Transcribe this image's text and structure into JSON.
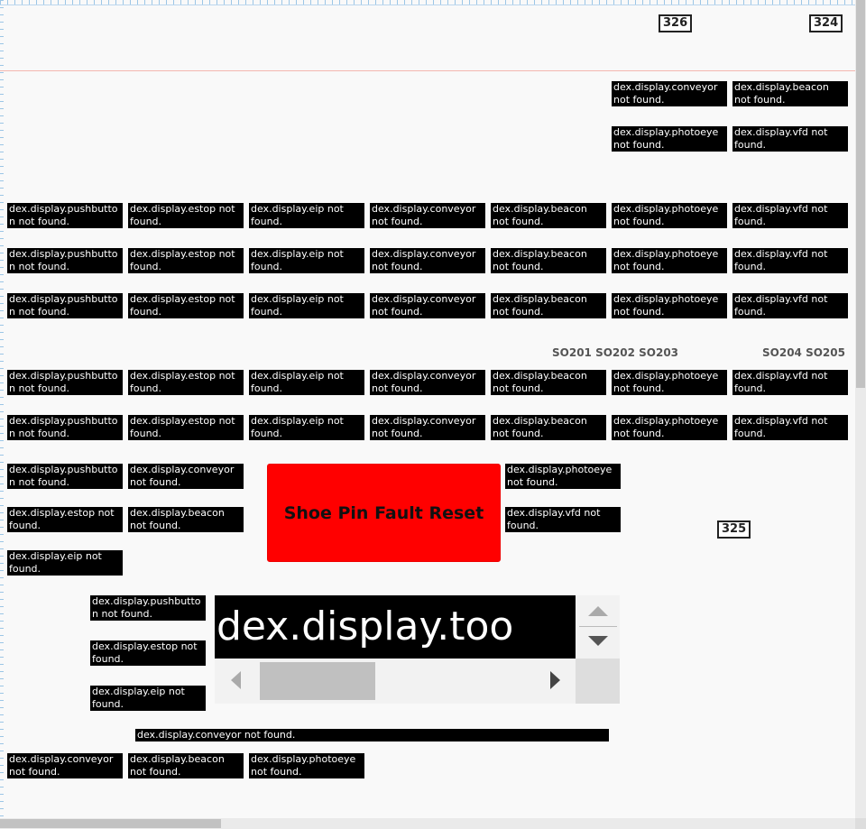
{
  "messages": [
    "dex.display.conveyor not found.",
    "dex.display.beacon not found.",
    "dex.display.photoeye not found.",
    "dex.display.vfd not found.",
    "dex.display.pushbutton not found.",
    "dex.display.estop not found.",
    "dex.display.eip not found."
  ],
  "labels": {
    "tag_326": "326",
    "tag_324": "324",
    "tag_325": "325",
    "so_left": "SO201 SO202 SO203",
    "so_right": "SO204 SO205"
  },
  "reset_button": {
    "label": "Shoe Pin Fault Reset",
    "color": "#ff0000"
  },
  "scroll_widget": {
    "text": "dex.display.too"
  }
}
